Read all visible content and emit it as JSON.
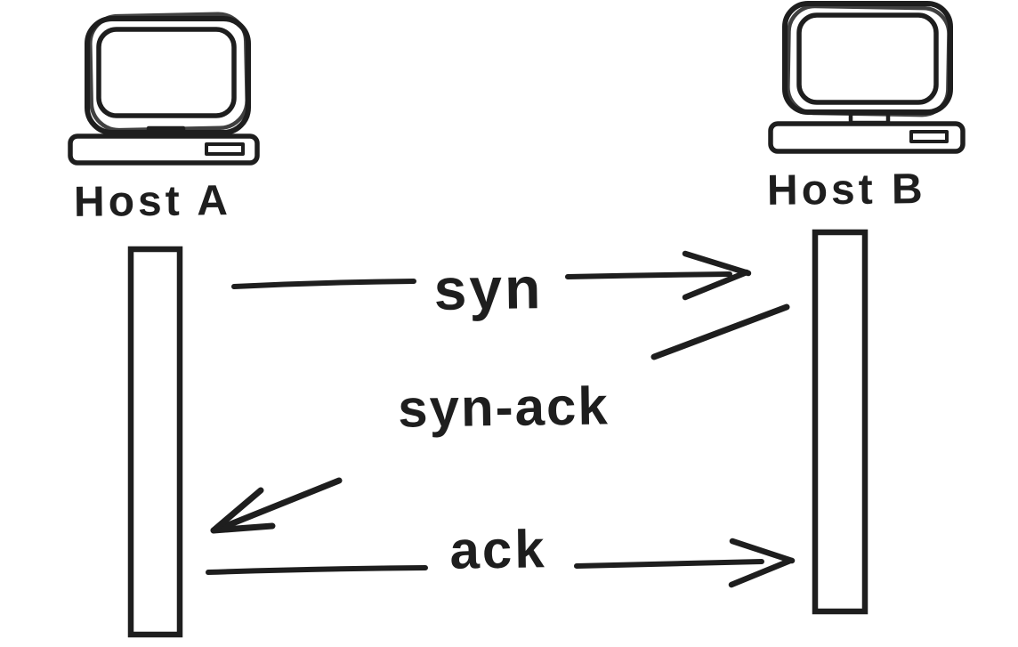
{
  "page": {
    "background": "#ffffff",
    "stroke_color": "#1e1e1e"
  },
  "diagram": {
    "type": "sequence-diagram",
    "style": "hand-drawn",
    "actors": [
      {
        "id": "host-a",
        "label": "Host A",
        "icon": "computer-icon"
      },
      {
        "id": "host-b",
        "label": "Host B",
        "icon": "computer-icon"
      }
    ],
    "messages": [
      {
        "order": 1,
        "label": "syn",
        "from": "Host A",
        "to": "Host B",
        "direction": "left-to-right"
      },
      {
        "order": 2,
        "label": "syn-ack",
        "from": "Host B",
        "to": "Host A",
        "direction": "right-to-left"
      },
      {
        "order": 3,
        "label": "ack",
        "from": "Host A",
        "to": "Host B",
        "direction": "left-to-right"
      }
    ]
  }
}
